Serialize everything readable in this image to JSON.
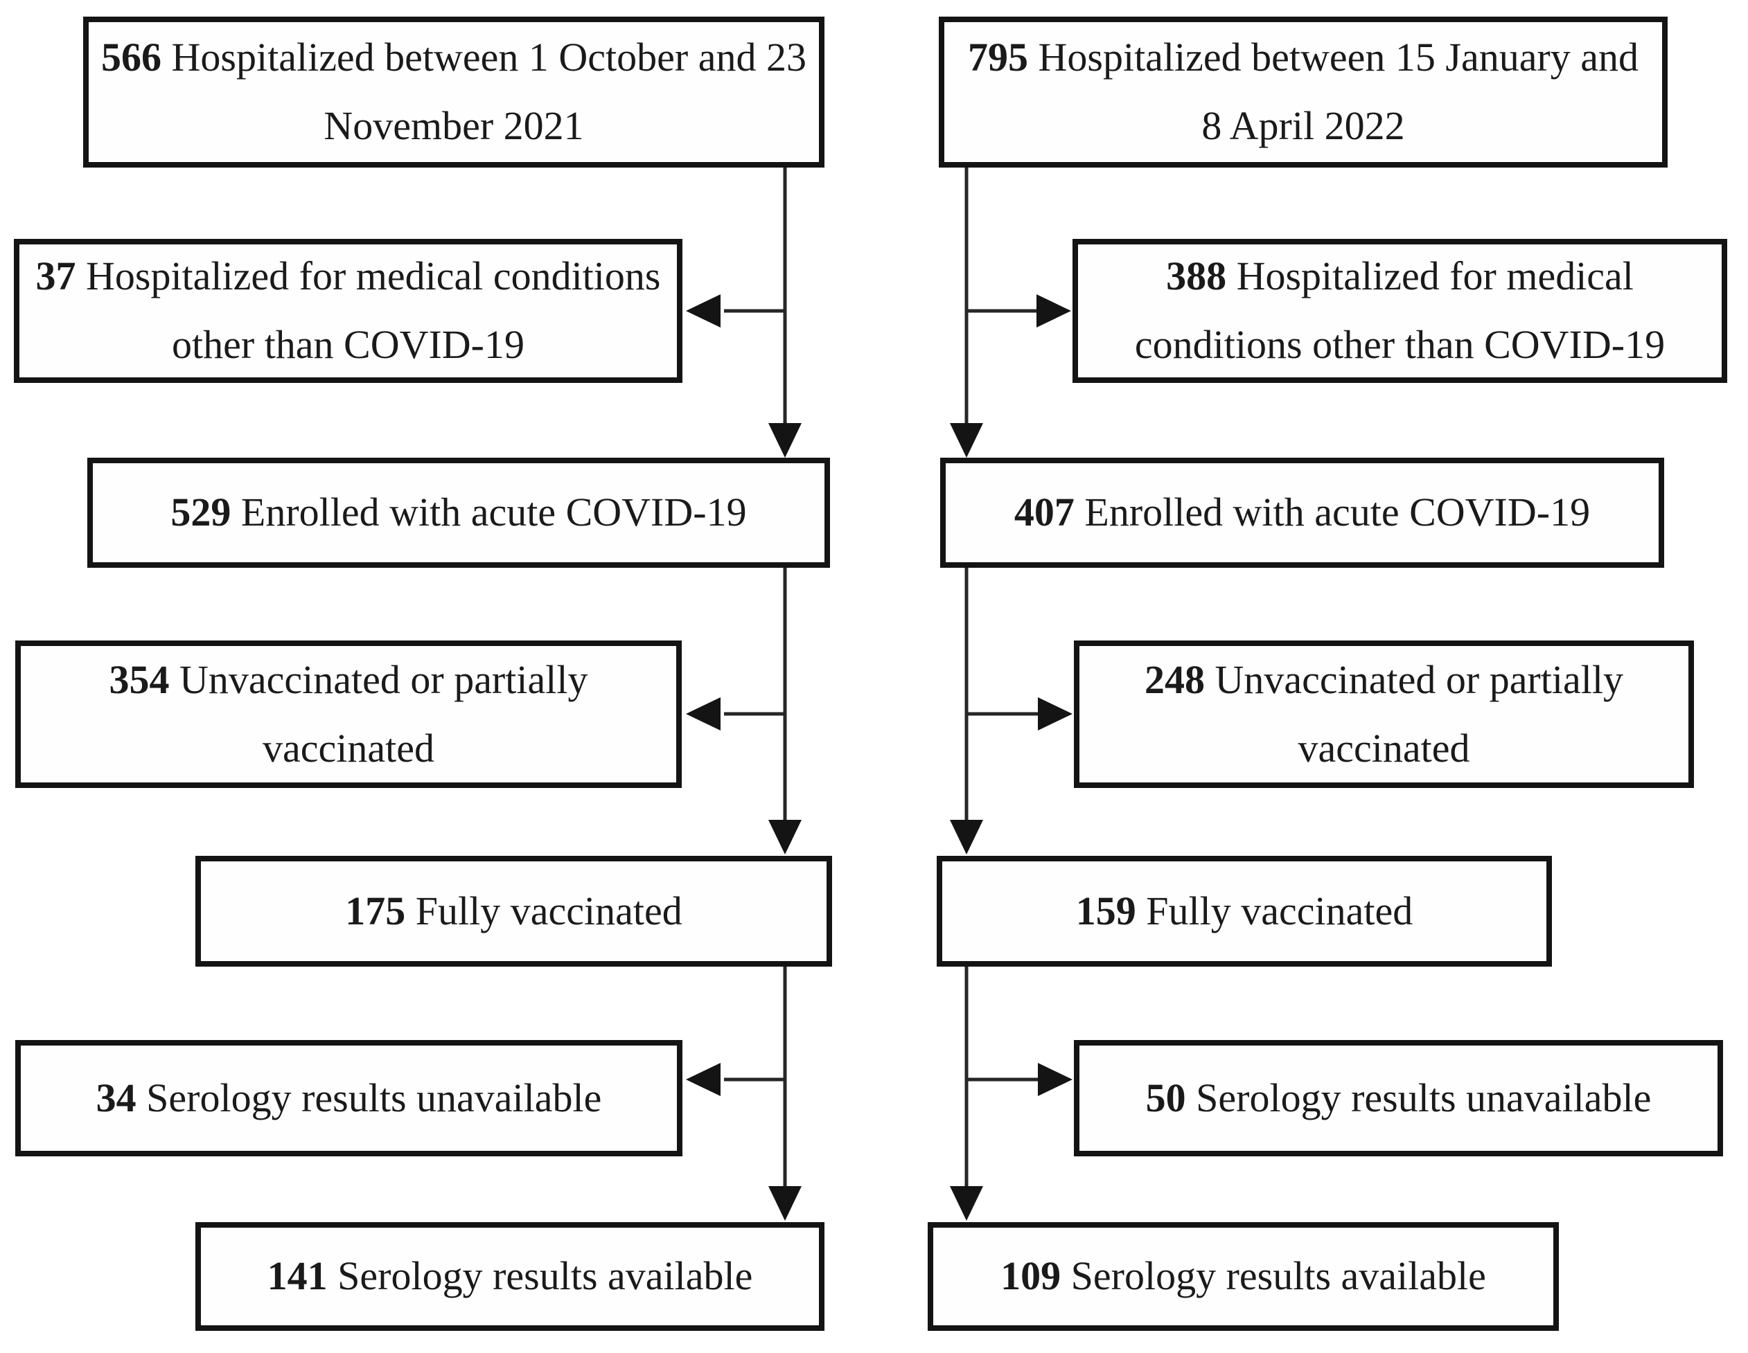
{
  "flowchart": {
    "cohorts": [
      {
        "boxes": [
          {
            "count": "566",
            "label": "Hospitalized between 1 October and 23 November 2021"
          },
          {
            "count": "37",
            "label": "Hospitalized for medical conditions other than COVID-19"
          },
          {
            "count": "529",
            "label": "Enrolled with acute COVID-19"
          },
          {
            "count": "354",
            "label": "Unvaccinated or partially vaccinated"
          },
          {
            "count": "175",
            "label": "Fully vaccinated"
          },
          {
            "count": "34",
            "label": "Serology results unavailable"
          },
          {
            "count": "141",
            "label": "Serology results available"
          }
        ]
      },
      {
        "boxes": [
          {
            "count": "795",
            "label": "Hospitalized between 15 January and 8 April 2022"
          },
          {
            "count": "388",
            "label": "Hospitalized for medical conditions other than COVID-19"
          },
          {
            "count": "407",
            "label": "Enrolled with acute COVID-19"
          },
          {
            "count": "248",
            "label": "Unvaccinated or partially vaccinated"
          },
          {
            "count": "159",
            "label": "Fully vaccinated"
          },
          {
            "count": "50",
            "label": "Serology results unavailable"
          },
          {
            "count": "109",
            "label": "Serology results available"
          }
        ]
      }
    ],
    "colors": {
      "border": "#141414",
      "text": "#1a1a1a",
      "connector": "#262626",
      "background": "#ffffff"
    }
  }
}
